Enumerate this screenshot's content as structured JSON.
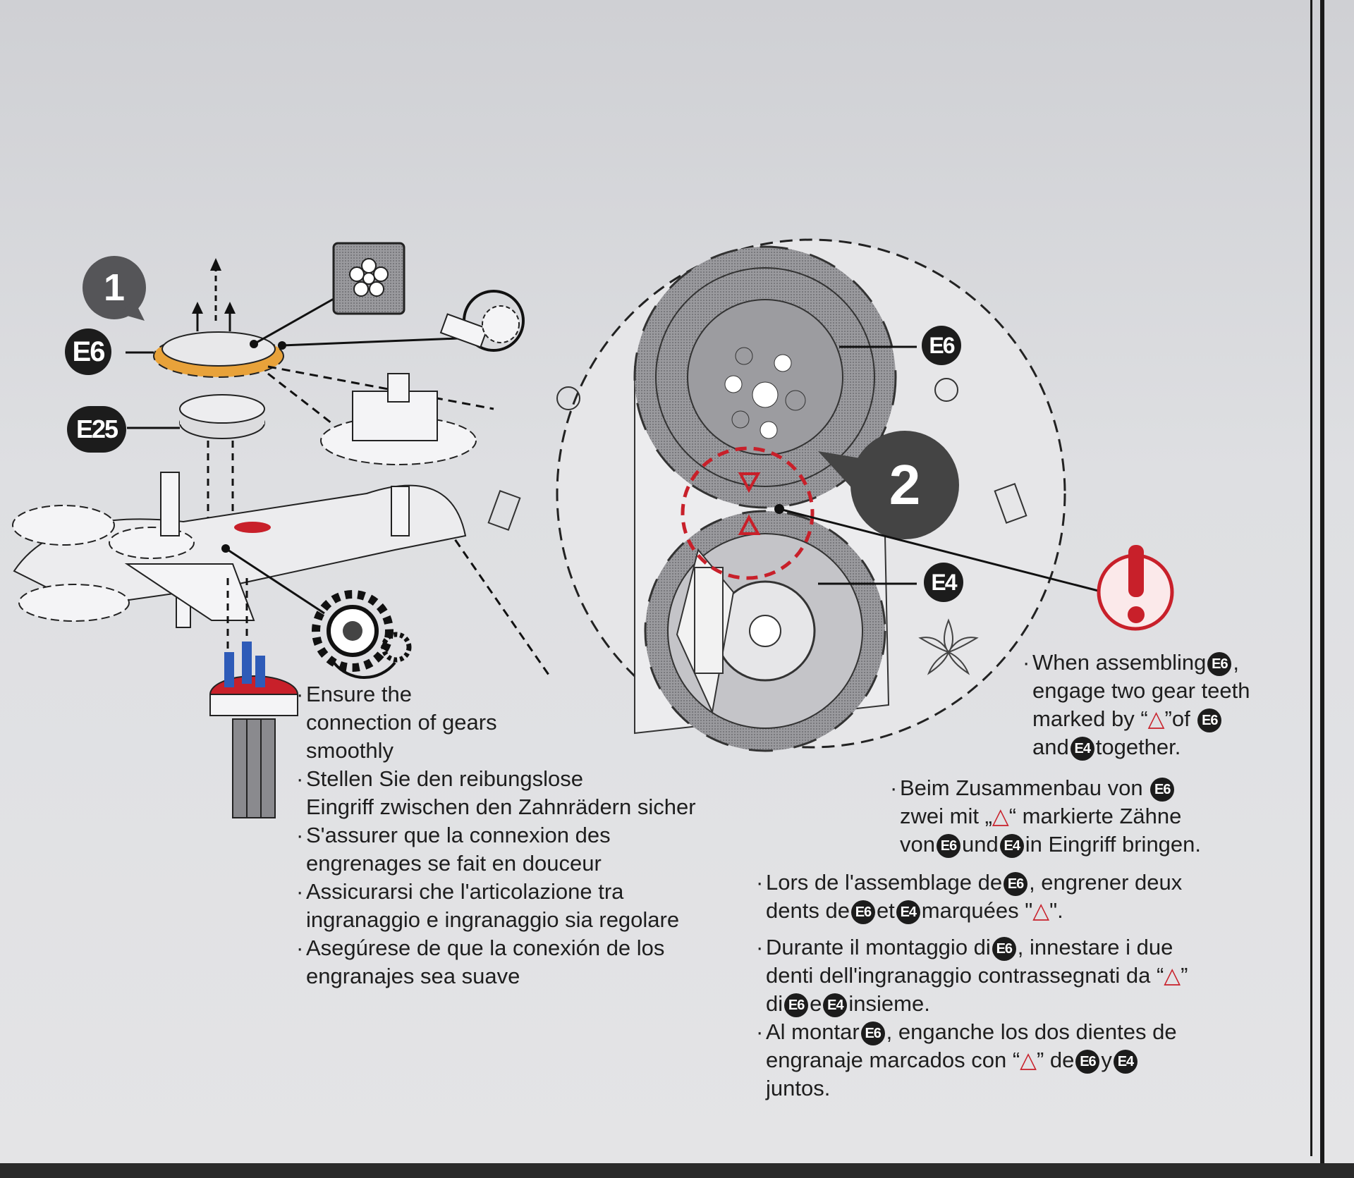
{
  "labels": {
    "e6_left": "E6",
    "e25": "E25",
    "e6_right": "E6",
    "e4": "E4",
    "step1": "1",
    "step2": "2"
  },
  "left_notes": [
    {
      "lines": [
        "Ensure the",
        "connection of gears",
        "smoothly"
      ]
    },
    {
      "lines": [
        "Stellen Sie den reibungslose",
        "Eingriff zwischen den Zahnrädern sicher"
      ]
    },
    {
      "lines": [
        "S'assurer que la connexion des",
        "engrenages se fait en douceur"
      ]
    },
    {
      "lines": [
        "Assicurarsi che l'articolazione tra",
        "ingranaggio e ingranaggio sia regolare"
      ]
    },
    {
      "lines": [
        "Asegúrese de que la conexión de los",
        "engranajes sea suave"
      ]
    }
  ],
  "right_notes": {
    "en": {
      "a": "When assembling",
      "b": ",",
      "c": "engage two gear teeth",
      "d": "marked by “",
      "e": "”of",
      "f": "and",
      "g": "together."
    },
    "de": {
      "a": "Beim Zusammenbau von",
      "b": "zwei mit „",
      "c": "“ markierte Zähne",
      "d": "von",
      "e": "und",
      "f": "in Eingriff bringen."
    },
    "fr": {
      "a": "Lors de l'assemblage de",
      "b": ", engrener deux",
      "c": "dents de",
      "d": "et",
      "e": "marquées \"",
      "f": "\"."
    },
    "it": {
      "a": "Durante il montaggio di",
      "b": ", innestare i due",
      "c": "denti dell'ingranaggio contrassegnati da “",
      "d": "”",
      "e": "di",
      "f": "e",
      "g": "insieme."
    },
    "es": {
      "a": "Al montar",
      "b": ", enganche los dos dientes de",
      "c": "engranaje marcados con “",
      "d": "” de",
      "e": "y",
      "f": "juntos."
    }
  },
  "refs": {
    "e6": "E6",
    "e4": "E4",
    "triangle": "△"
  },
  "colors": {
    "accent_red": "#c8202a",
    "gear_orange": "#e8a23a",
    "label_black": "#1c1c1c",
    "gear_gray": "#8e8e92"
  },
  "icons": [
    "flower-icon",
    "gear-cluster-icon",
    "warning-exclamation-icon",
    "flower-outline-icon"
  ]
}
